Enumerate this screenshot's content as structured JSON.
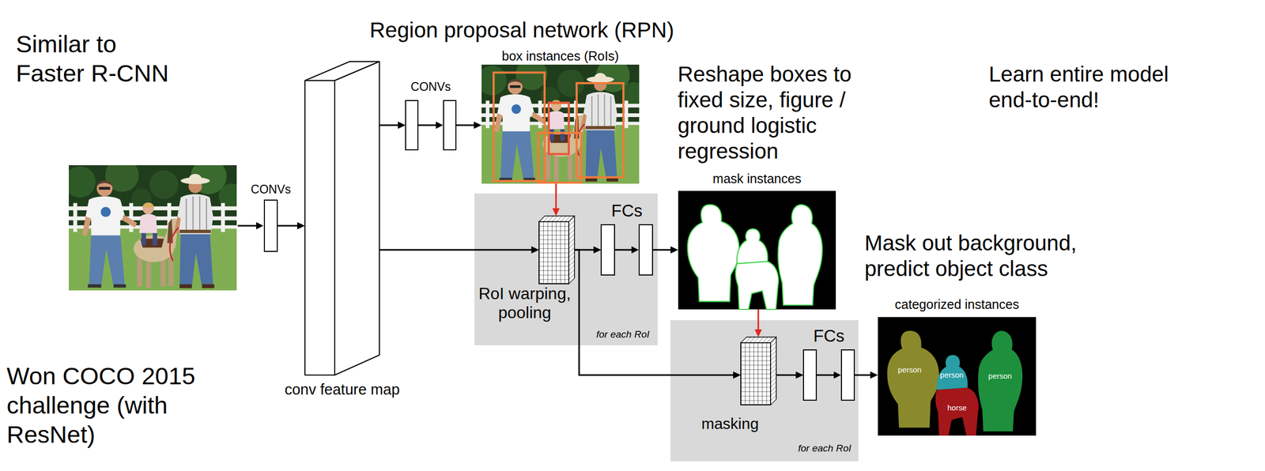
{
  "diagram": {
    "nodes": [
      {
        "text": [
          "CONVs"
        ]
      },
      {
        "text": [
          "conv feature map"
        ]
      },
      {
        "text": [
          "CONVs"
        ]
      },
      {
        "text": [
          "box instances (RoIs)"
        ]
      },
      {
        "text": [
          "for each RoI"
        ]
      },
      {
        "text": [
          "RoI warping, pooling"
        ],
        "in": 4
      },
      {
        "text": [
          "FCs"
        ],
        "in": 4
      },
      {
        "text": [
          "mask instances"
        ]
      },
      {
        "text": [
          "for each RoI"
        ]
      },
      {
        "text": [
          "masking"
        ],
        "in": 8
      },
      {
        "text": [
          "FCs"
        ],
        "in": 8
      },
      {
        "text": [
          "categorized instances",
          "person",
          "person",
          "person",
          "horse"
        ]
      }
    ],
    "edges": [
      {
        "from": 0,
        "to": 1,
        "arrow": "to"
      },
      {
        "from": 1,
        "to": 2,
        "arrow": "to"
      },
      {
        "from": 2,
        "to": 3,
        "arrow": "to"
      },
      {
        "from": 3,
        "to": 5,
        "arrow": "to"
      },
      {
        "from": 1,
        "to": 5,
        "arrow": "to"
      },
      {
        "from": 5,
        "to": 6,
        "arrow": "to"
      },
      {
        "from": 6,
        "to": 7,
        "arrow": "to"
      },
      {
        "from": 7,
        "to": 9,
        "arrow": "to"
      },
      {
        "from": 5,
        "to": 9,
        "arrow": "to"
      },
      {
        "from": 9,
        "to": 10,
        "arrow": "to"
      },
      {
        "from": 10,
        "to": 11,
        "arrow": "to"
      }
    ],
    "labels": [
      "Similar to Faster R-CNN",
      "Region proposal network (RPN)",
      "Reshape boxes to fixed size, figure / ground logistic regression",
      "Learn entire model end-to-end!",
      "Mask out background, predict object class",
      "Won COCO 2015 challenge (with ResNet)"
    ]
  }
}
